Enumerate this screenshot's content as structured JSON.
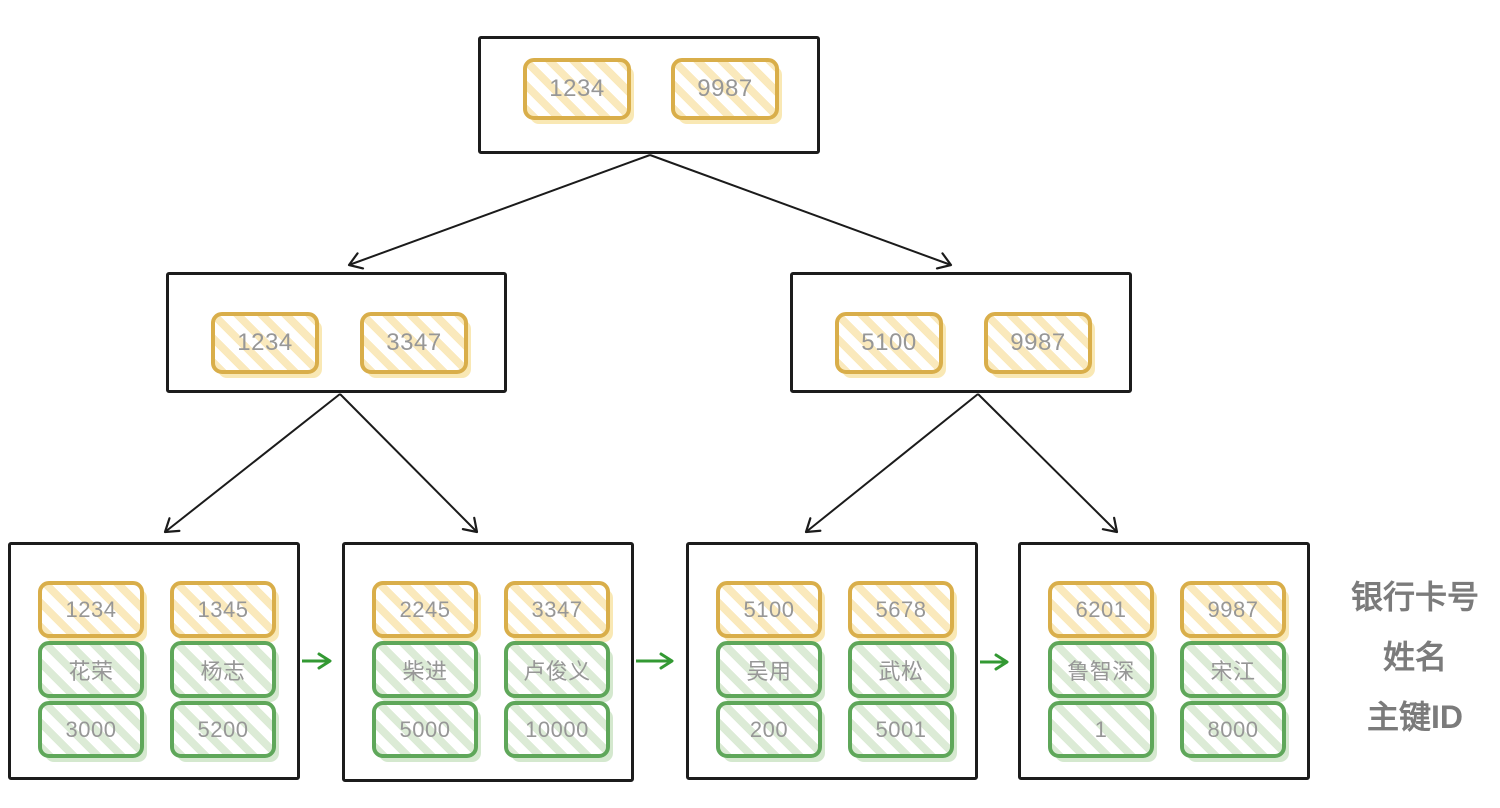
{
  "diagram_type": "bplus-tree-index",
  "legend": {
    "items": [
      "银行卡号",
      "姓名",
      "主键ID"
    ]
  },
  "tree": {
    "root": {
      "keys": [
        "1234",
        "9987"
      ]
    },
    "internal_nodes": [
      {
        "keys": [
          "1234",
          "3347"
        ]
      },
      {
        "keys": [
          "5100",
          "9987"
        ]
      }
    ],
    "leaf_nodes": [
      {
        "records": [
          {
            "card": "1234",
            "name": "花荣",
            "id": "3000"
          },
          {
            "card": "1345",
            "name": "杨志",
            "id": "5200"
          }
        ]
      },
      {
        "records": [
          {
            "card": "2245",
            "name": "柴进",
            "id": "5000"
          },
          {
            "card": "3347",
            "name": "卢俊义",
            "id": "10000"
          }
        ]
      },
      {
        "records": [
          {
            "card": "5100",
            "name": "吴用",
            "id": "200"
          },
          {
            "card": "5678",
            "name": "武松",
            "id": "5001"
          }
        ]
      },
      {
        "records": [
          {
            "card": "6201",
            "name": "鲁智深",
            "id": "1"
          },
          {
            "card": "9987",
            "name": "宋江",
            "id": "8000"
          }
        ]
      }
    ]
  },
  "colors": {
    "key_cell_border": "#d9ae4a",
    "key_cell_stripe": "#fae9bc",
    "value_cell_border": "#5fa75a",
    "value_cell_stripe": "#dcebd6",
    "tree_edge": "#1b1b1b",
    "leaf_link_arrow": "#339933",
    "cell_text": "#979797",
    "legend_text": "#7b7b7b"
  }
}
